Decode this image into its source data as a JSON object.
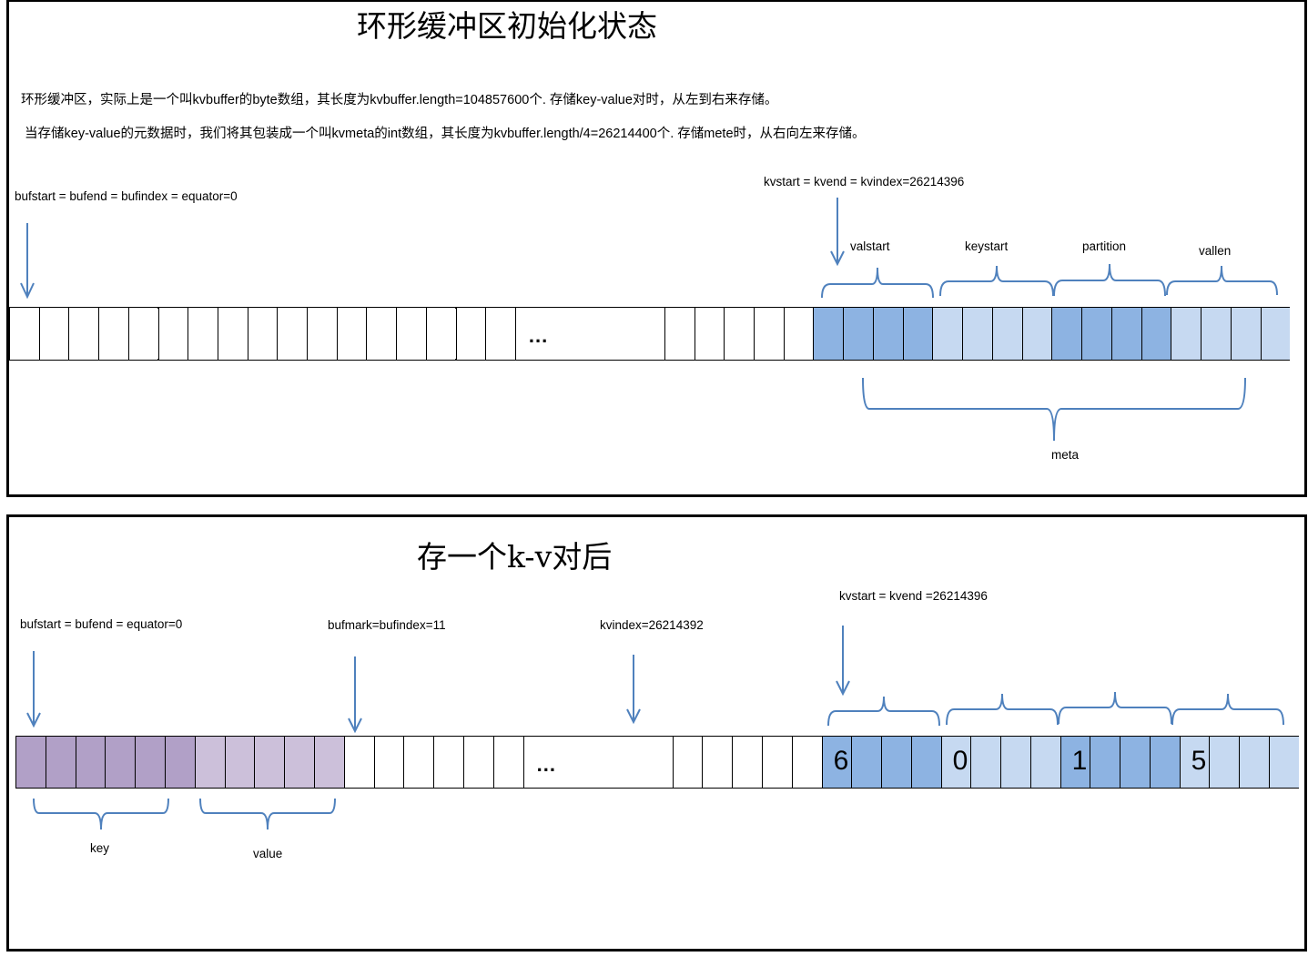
{
  "panel1": {
    "title": "环形缓冲区初始化状态",
    "desc_line1": "环形缓冲区，实际上是一个叫kvbuffer的byte数组，其长度为kvbuffer.length=104857600个. 存储key-value对时，从左到右来存储。",
    "desc_line2": "当存储key-value的元数据时，我们将其包装成一个叫kvmeta的int数组，其长度为kvbuffer.length/4=26214400个. 存储mete时，从右向左来存储。",
    "left_pointer_label": "bufstart = bufend = bufindex = equator=0",
    "right_pointer_label": "kvstart = kvend = kvindex=26214396",
    "ellipsis": "...",
    "meta_fields": [
      "valstart",
      "keystart",
      "partition",
      "vallen"
    ],
    "meta_label": "meta",
    "cells": {
      "left_white_count": 17,
      "right_white_count": 5,
      "meta_groups": [
        {
          "name": "valstart",
          "count": 4,
          "color": "#8db3e2"
        },
        {
          "name": "keystart",
          "count": 4,
          "color": "#c6d9f1"
        },
        {
          "name": "partition",
          "count": 4,
          "color": "#8db3e2"
        },
        {
          "name": "vallen",
          "count": 4,
          "color": "#c6d9f1"
        }
      ]
    }
  },
  "panel2": {
    "title": "存一个k-v对后",
    "left_pointer_label": "bufstart = bufend  = equator=0",
    "mid_pointer_label": "bufmark=bufindex=11",
    "kvindex_label": "kvindex=26214392",
    "right_pointer_label": "kvstart = kvend =26214396",
    "ellipsis": "...",
    "key_label": "key",
    "value_label": "value",
    "cells": {
      "key_count": 6,
      "key_color": "#b1a0c7",
      "value_count": 5,
      "value_color": "#ccc0da",
      "left_white_count": 6,
      "right_white_count": 5,
      "meta_groups": [
        {
          "value": "6",
          "count": 4,
          "color": "#8db3e2"
        },
        {
          "value": "0",
          "count": 4,
          "color": "#c6d9f1"
        },
        {
          "value": "1",
          "count": 4,
          "color": "#8db3e2"
        },
        {
          "value": "5",
          "count": 4,
          "color": "#c6d9f1"
        }
      ]
    }
  },
  "colors": {
    "arrow": "#4f81bd",
    "border": "#000000"
  }
}
